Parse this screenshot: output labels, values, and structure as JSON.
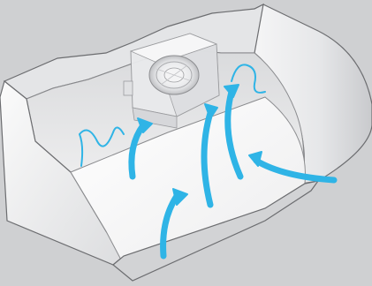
{
  "diagram": {
    "subject": "range-hood-airflow",
    "colors": {
      "background": "#cfd0d2",
      "shell_light": "#f3f3f4",
      "shell_mid": "#dfe0e2",
      "shell_shadow": "#b9babd",
      "edge": "#6c6d70",
      "airflow": "#2fb4e6"
    },
    "elements": {
      "hood_body": "hood-body",
      "blower_housing": "blower-housing",
      "fan_wheel": "fan-wheel",
      "airflow_arrows": "airflow-arrows"
    }
  }
}
